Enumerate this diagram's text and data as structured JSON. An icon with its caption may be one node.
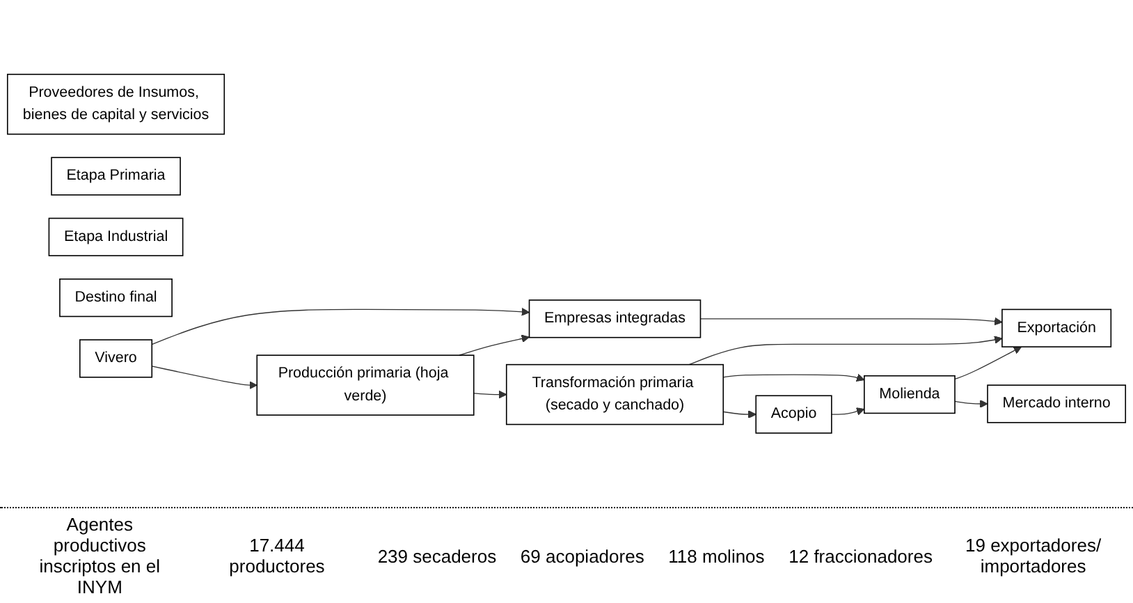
{
  "diagram": {
    "nodes": [
      {
        "text": [
          "Proveedores de Insumos, bienes de capital y servicios"
        ]
      },
      {
        "text": [
          "Etapa Primaria"
        ]
      },
      {
        "text": [
          "Etapa Industrial"
        ]
      },
      {
        "text": [
          "Destino final"
        ]
      },
      {
        "text": [
          "Vivero"
        ]
      },
      {
        "text": [
          "Empresas integradas"
        ]
      },
      {
        "text": [
          "Exportación"
        ]
      },
      {
        "text": [
          "Producción primaria (hoja verde)"
        ]
      },
      {
        "text": [
          "Transformación primaria (secado y canchado)"
        ]
      },
      {
        "text": [
          "Acopio"
        ]
      },
      {
        "text": [
          "Molienda"
        ]
      },
      {
        "text": [
          "Mercado interno"
        ]
      }
    ],
    "edges": [
      {
        "from": 4,
        "to": 7,
        "arrow": "to"
      },
      {
        "from": 4,
        "to": 5,
        "arrow": "to"
      },
      {
        "from": 7,
        "to": 5,
        "arrow": "to"
      },
      {
        "from": 5,
        "to": 6,
        "arrow": "to"
      },
      {
        "from": 8,
        "to": 6,
        "arrow": "to"
      },
      {
        "from": 10,
        "to": 6,
        "arrow": "to"
      },
      {
        "from": 7,
        "to": 8,
        "arrow": "to"
      },
      {
        "from": 8,
        "to": 10,
        "arrow": "to"
      },
      {
        "from": 8,
        "to": 9,
        "arrow": "to"
      },
      {
        "from": 9,
        "to": 10,
        "arrow": "to"
      },
      {
        "from": 10,
        "to": 11,
        "arrow": "to"
      }
    ],
    "labels": [
      "Agentes productivos inscriptos en el INYM",
      "17.444 productores",
      "239 secaderos",
      "69 acopiadores",
      "118 molinos",
      "12 fraccionadores",
      "19 exportadores/ importadores"
    ]
  }
}
